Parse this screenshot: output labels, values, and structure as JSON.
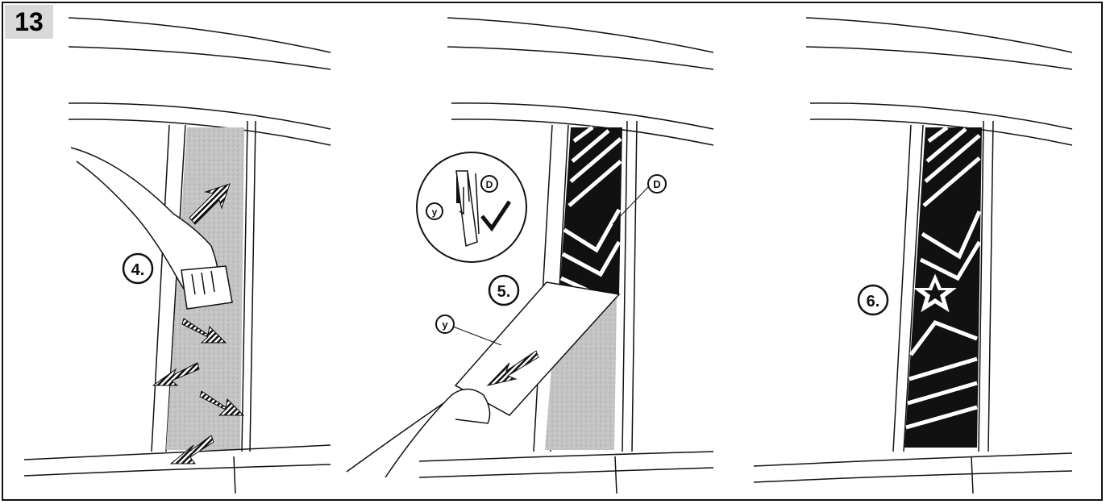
{
  "figure": {
    "step_number": "13",
    "panels": [
      {
        "step_label": "4."
      },
      {
        "step_label": "5.",
        "callout_film": "y",
        "callout_sticker": "D",
        "inset_film": "y",
        "inset_sticker": "D"
      },
      {
        "step_label": "6."
      }
    ]
  }
}
